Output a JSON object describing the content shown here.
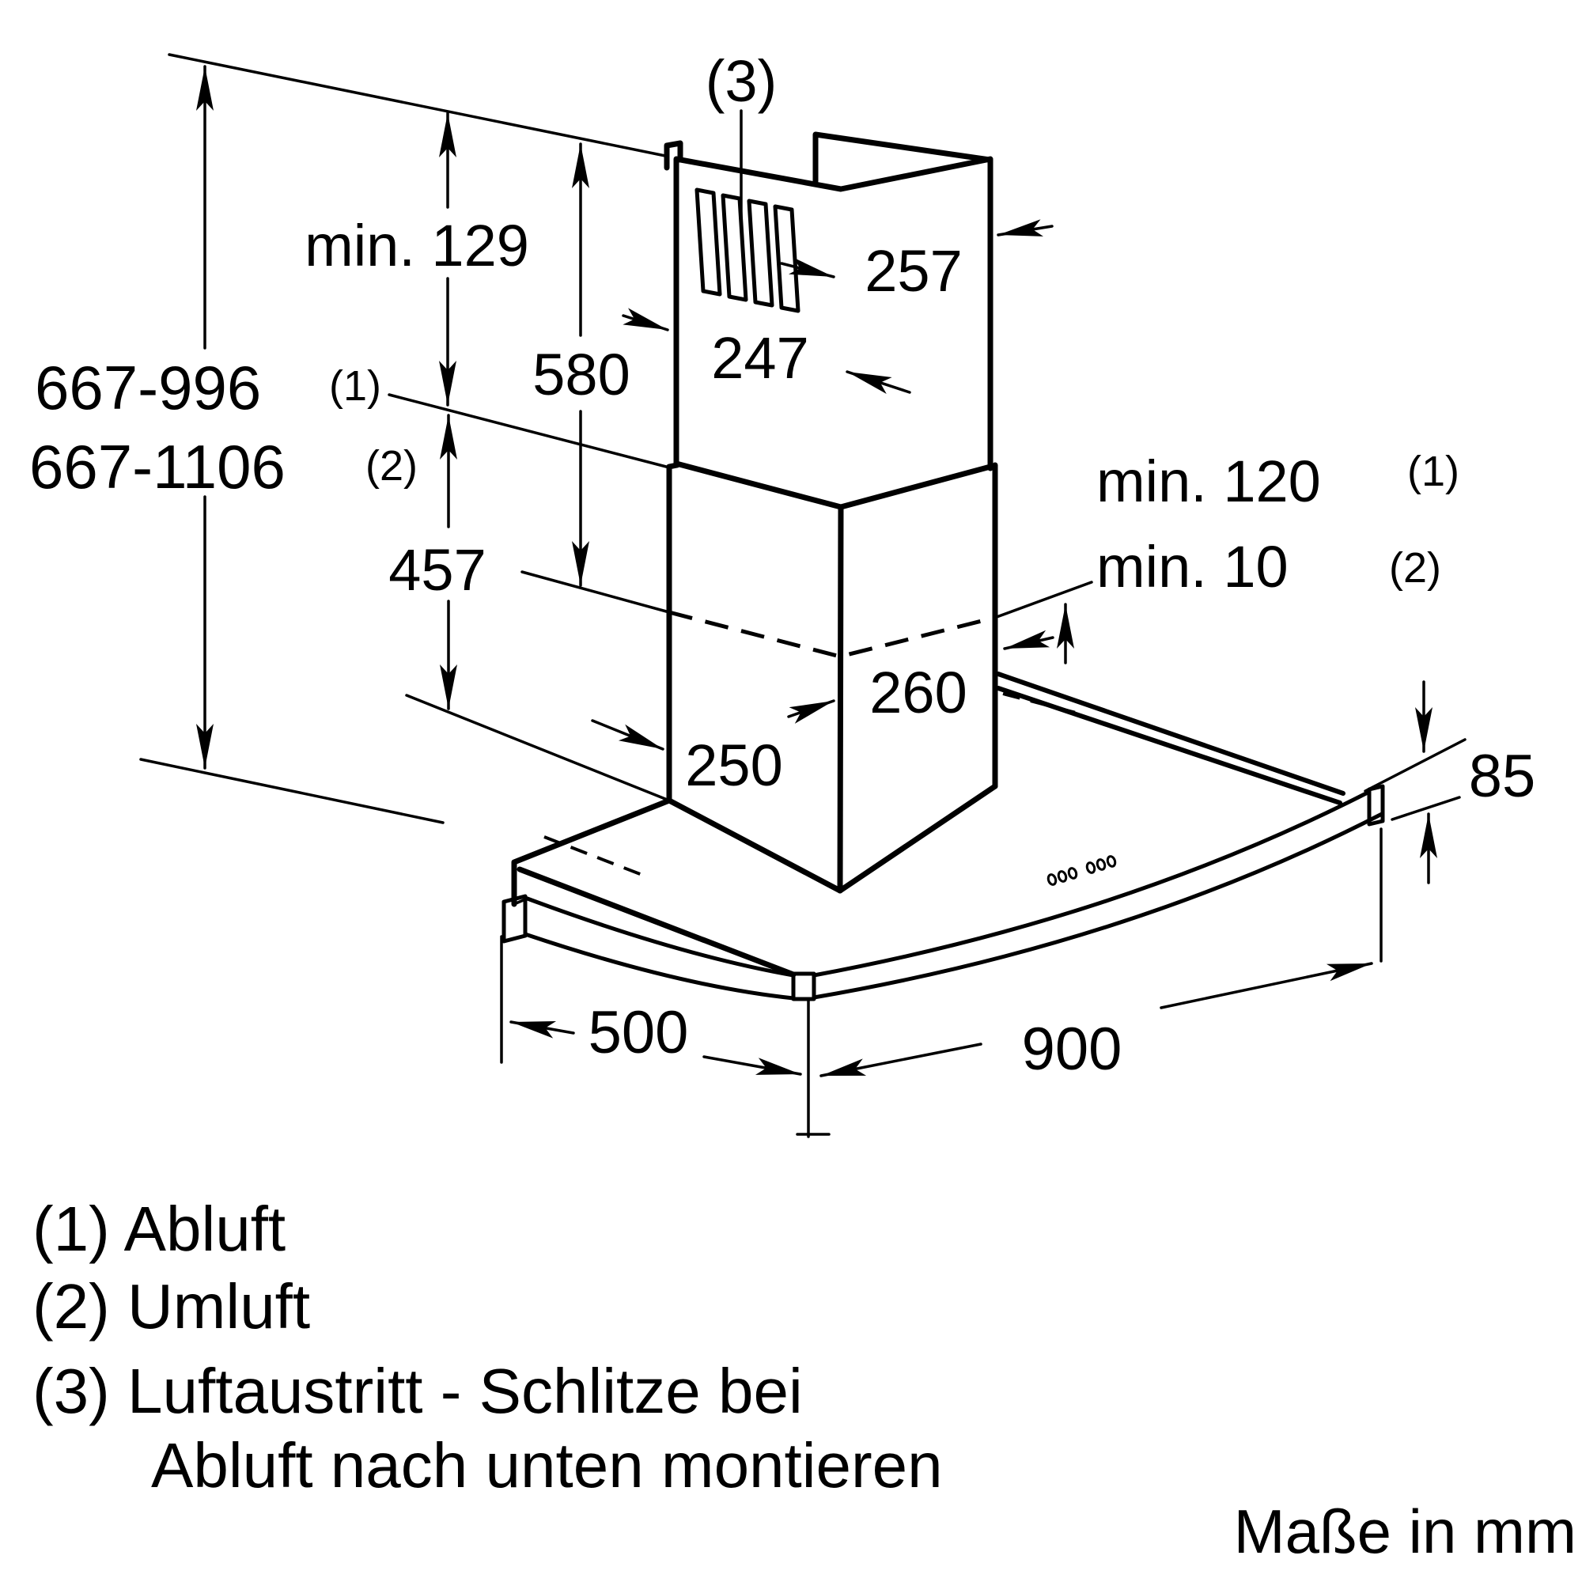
{
  "colors": {
    "ink": "#000000",
    "background": "#ffffff"
  },
  "labels": {
    "outlet_ref": "(3)",
    "ceiling_min": "min. 129",
    "upper_duct_height": "580",
    "duct_depth_top": "247",
    "duct_width_top": "257",
    "total_height_exhaust": "667-996",
    "total_height_exhaust_sup": "(1)",
    "total_height_recirc": "667-1106",
    "total_height_recirc_sup": "(2)",
    "lower_duct_height": "457",
    "min_clearance_exhaust": "min. 120",
    "min_clearance_exhaust_sup": "(1)",
    "min_clearance_recirc": "min. 10",
    "min_clearance_recirc_sup": "(2)",
    "duct_width_bottom": "260",
    "duct_depth_bottom": "250",
    "glass_edge_height": "85",
    "hood_depth": "500",
    "hood_width": "900"
  },
  "legend": {
    "item1": "(1) Abluft",
    "item2": "(2) Umluft",
    "item3": "(3) Luftaustritt - Schlitze bei",
    "item3_cont": "Abluft nach unten montieren",
    "units": "Maße in mm"
  }
}
